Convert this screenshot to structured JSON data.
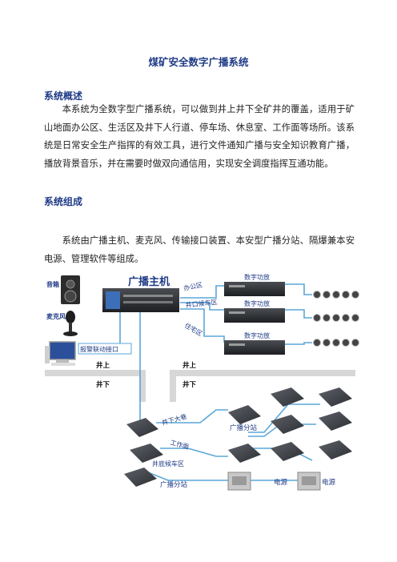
{
  "document": {
    "title": "煤矿安全数字广播系统",
    "section1": {
      "heading": "系统概述",
      "text": "本系统为全数字型广播系统，可以做到井上井下全矿井的覆盖，适用于矿山地面办公区、生活区及井下人行道、停车场、休息室、工作面等场所。该系统是日常安全生产指挥的有效工具，进行文件通知广播与安全知识教育广播，播放背景音乐，并在需要时做双向通信用，实现安全调度指挥互通功能。"
    },
    "section2": {
      "heading": "系统组成",
      "text": "系统由广播主机、麦克风、传输接口装置、本安型广播分站、隔爆兼本安电源、管理软件等组成。"
    }
  },
  "diagram": {
    "host": "广播主机",
    "speaker_box": "音箱",
    "microphone": "麦克风",
    "alarm_interface": "报警联动接口",
    "office": "办公区",
    "shaft_parking": "井口候车区",
    "living": "住宅区",
    "amplifier": "数字功放",
    "above_ground_left": "井上",
    "below_ground_left": "井下",
    "above_ground_right": "井上",
    "below_ground_right": "井下",
    "main_roadway": "井下大巷",
    "work_face": "工作面",
    "bottom_parking": "井底候车区",
    "substation": "广播分站",
    "substation_bottom": "广播分站",
    "power1": "电源",
    "power2": "电源"
  }
}
